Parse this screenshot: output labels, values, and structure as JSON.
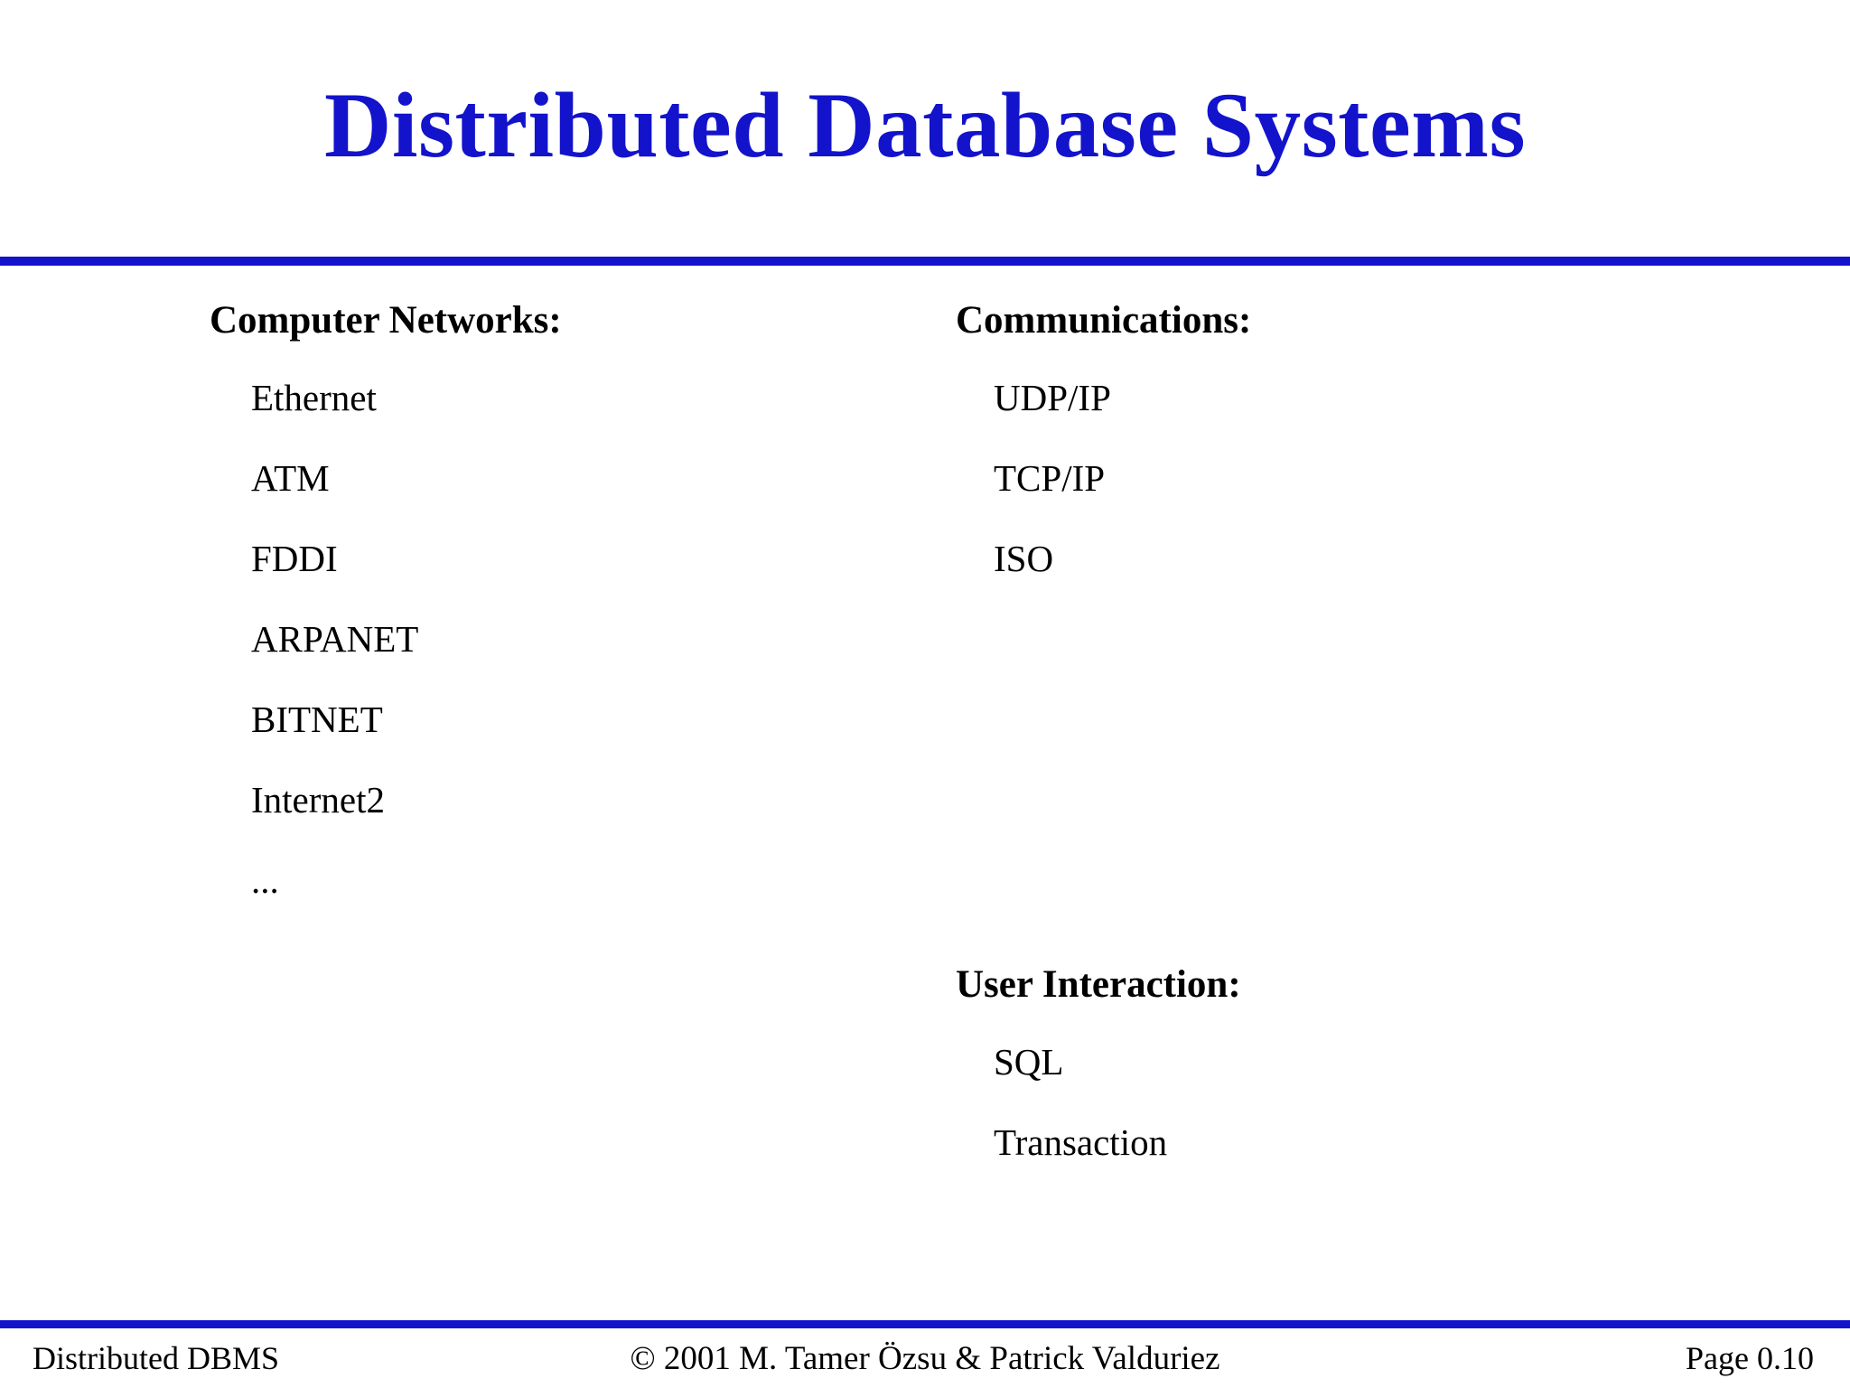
{
  "slide": {
    "title": "Distributed Database Systems",
    "accent_color": "#1313CC",
    "text_color": "#000000",
    "background_color": "#FFFFFF"
  },
  "columns": {
    "left": {
      "heading": "Computer Networks:",
      "items": [
        "Ethernet",
        "ATM",
        "FDDI",
        "ARPANET",
        "BITNET",
        "Internet2",
        "..."
      ]
    },
    "right_top": {
      "heading": "Communications:",
      "items": [
        "UDP/IP",
        "TCP/IP",
        "ISO"
      ]
    },
    "right_bottom": {
      "heading": "User Interaction:",
      "items": [
        "SQL",
        "Transaction"
      ]
    }
  },
  "footer": {
    "left": "Distributed DBMS",
    "center": "© 2001 M. Tamer Özsu & Patrick Valduriez",
    "right": "Page 0.10"
  }
}
